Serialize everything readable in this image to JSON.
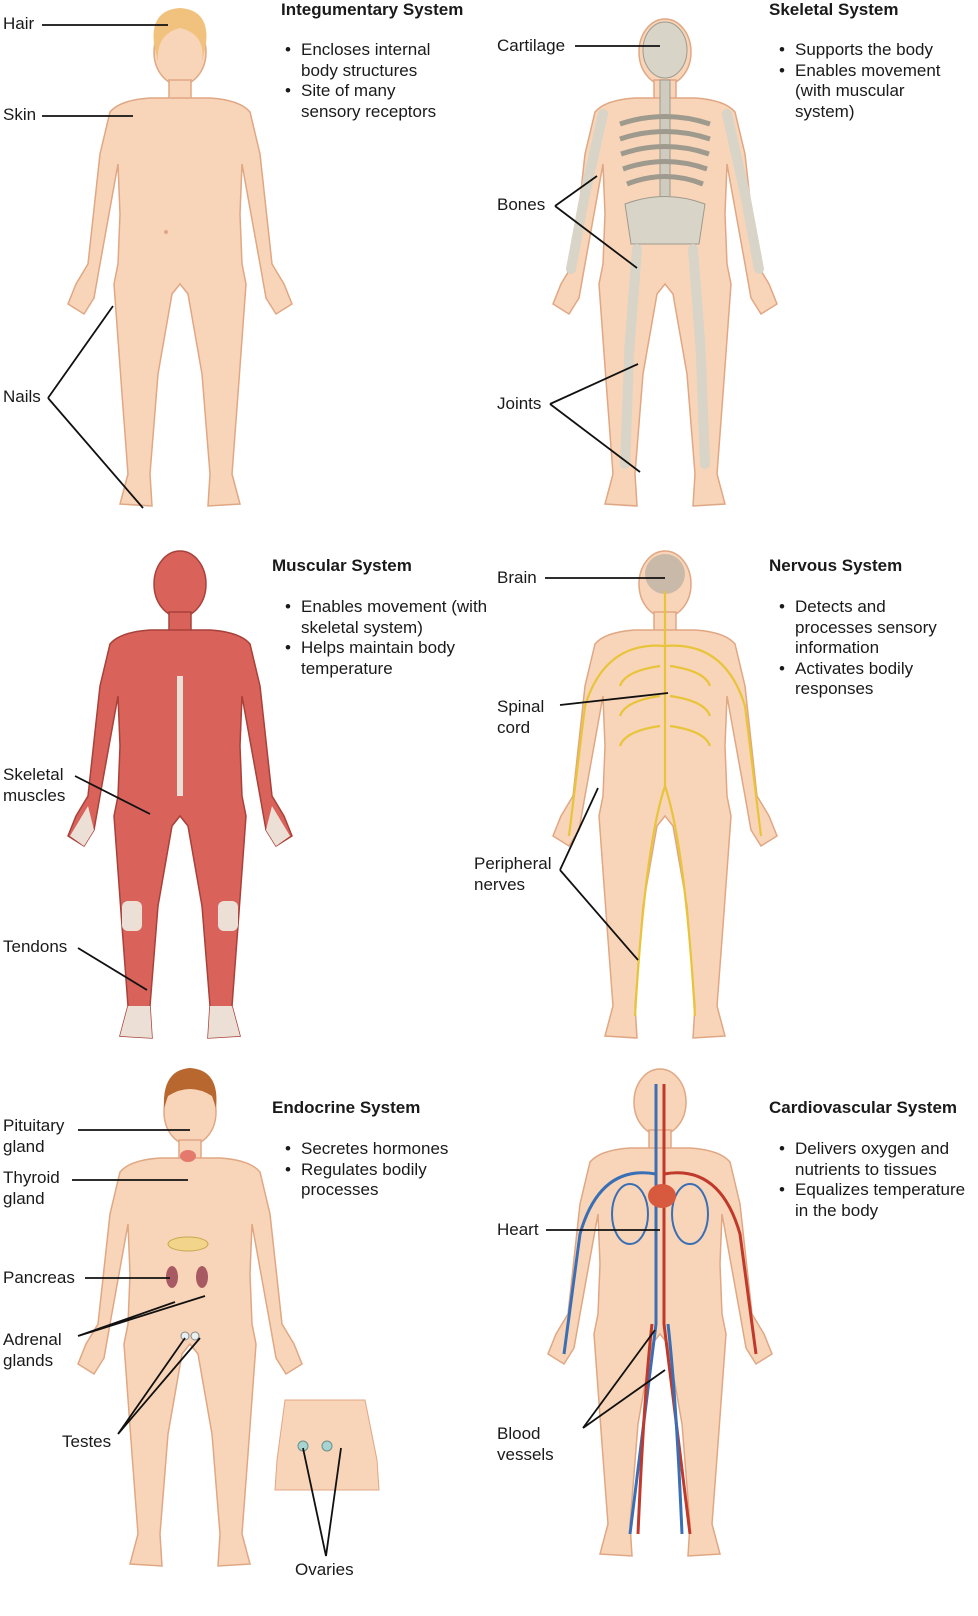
{
  "panels": {
    "integumentary": {
      "title": "Integumentary System",
      "bullets": [
        "Encloses internal body structures",
        "Site of many sensory receptors"
      ],
      "labels": {
        "hair": "Hair",
        "skin": "Skin",
        "nails": "Nails"
      }
    },
    "skeletal": {
      "title": "Skeletal System",
      "bullets": [
        "Supports the body",
        "Enables movement (with muscular system)"
      ],
      "labels": {
        "cartilage": "Cartilage",
        "bones": "Bones",
        "joints": "Joints"
      }
    },
    "muscular": {
      "title": "Muscular System",
      "bullets": [
        "Enables movement (with skeletal system)",
        "Helps maintain body temperature"
      ],
      "labels": {
        "skeletal_muscles": "Skeletal\nmuscles",
        "tendons": "Tendons"
      }
    },
    "nervous": {
      "title": "Nervous System",
      "bullets": [
        "Detects and processes sensory information",
        "Activates bodily responses"
      ],
      "labels": {
        "brain": "Brain",
        "spinal_cord": "Spinal\ncord",
        "peripheral_nerves": "Peripheral\nnerves"
      }
    },
    "endocrine": {
      "title": "Endocrine System",
      "bullets": [
        "Secretes hormones",
        "Regulates bodily processes"
      ],
      "labels": {
        "pituitary": "Pituitary\ngland",
        "thyroid": "Thyroid\ngland",
        "pancreas": "Pancreas",
        "adrenal": "Adrenal\nglands",
        "testes": "Testes",
        "ovaries": "Ovaries"
      }
    },
    "cardiovascular": {
      "title": "Cardiovascular System",
      "bullets": [
        "Delivers oxygen and nutrients to tissues",
        "Equalizes temperature in the body"
      ],
      "labels": {
        "heart": "Heart",
        "blood_vessels": "Blood\nvessels"
      }
    }
  },
  "colors": {
    "skin": "#f8d5b8",
    "skin_outline": "#e0a784",
    "hair_blonde": "#f0c27e",
    "hair_brown": "#b8682f",
    "bone": "#d8d4c8",
    "muscle": "#d9625a",
    "tendon": "#ece0d6",
    "nerve": "#e8c43a",
    "artery": "#c0392b",
    "vein": "#3a6fb5",
    "leader_line": "#111111"
  }
}
